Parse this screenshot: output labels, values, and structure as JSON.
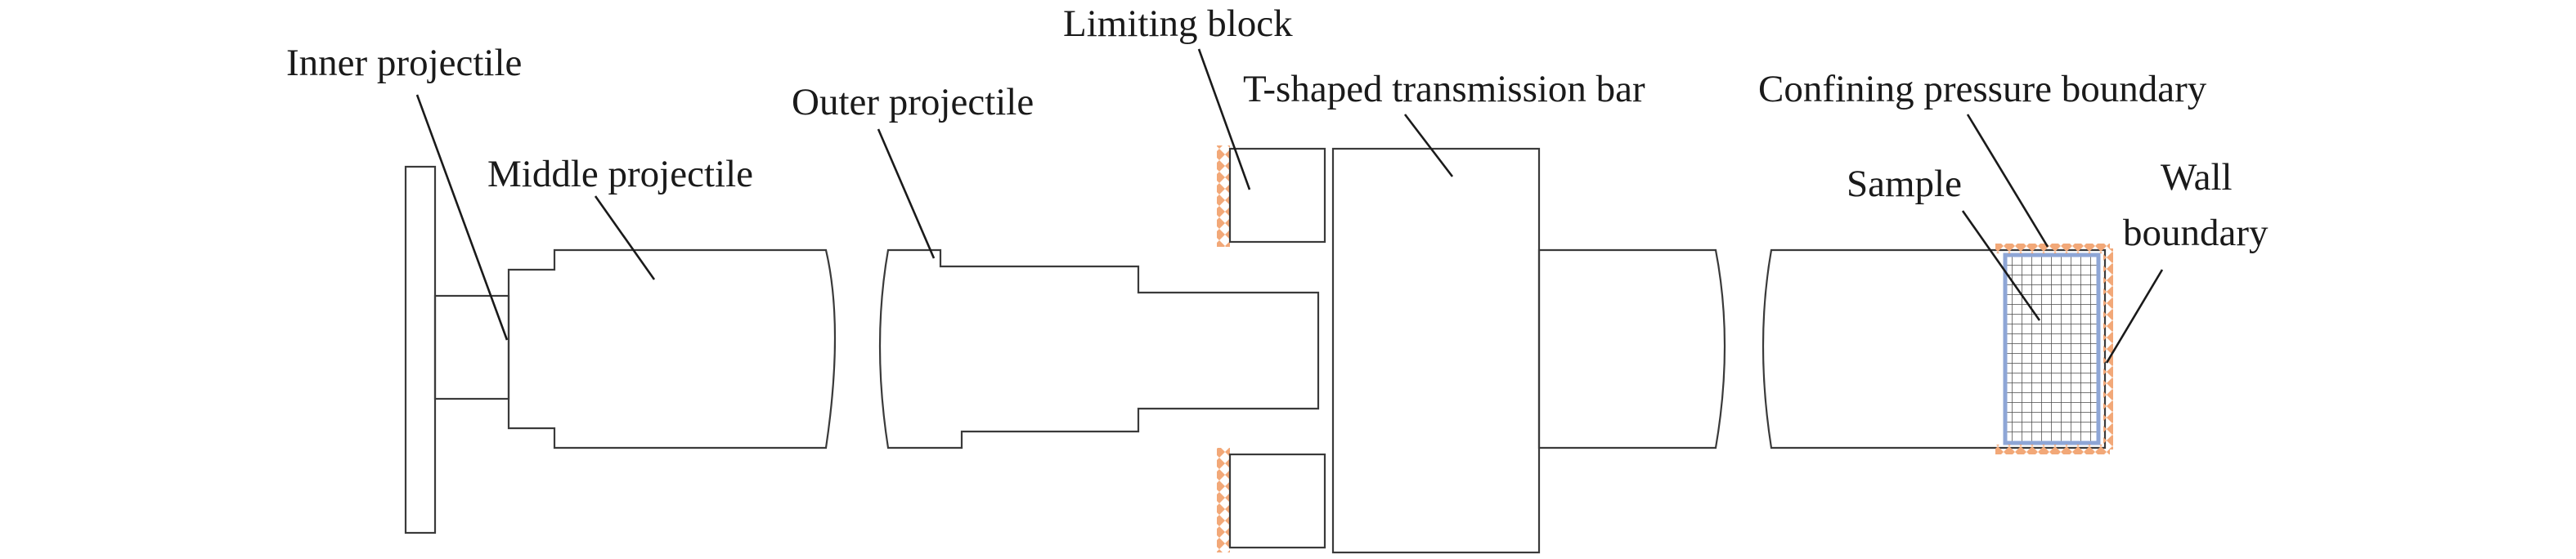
{
  "labels": {
    "inner_projectile": "Inner projectile",
    "middle_projectile": "Middle projectile",
    "outer_projectile": "Outer projectile",
    "limiting_block": "Limiting block",
    "transmission_bar": "T-shaped transmission bar",
    "confining_boundary": "Confining pressure boundary",
    "sample": "Sample",
    "wall_boundary_line1": "Wall",
    "wall_boundary_line2": "boundary"
  },
  "colors": {
    "mesh_line": "#4a4a4a",
    "outline": "#3a3a3a",
    "label_text": "#1a1a1a",
    "boundary_marker": "#f2a878",
    "sample_outline": "#8ea6d6"
  }
}
